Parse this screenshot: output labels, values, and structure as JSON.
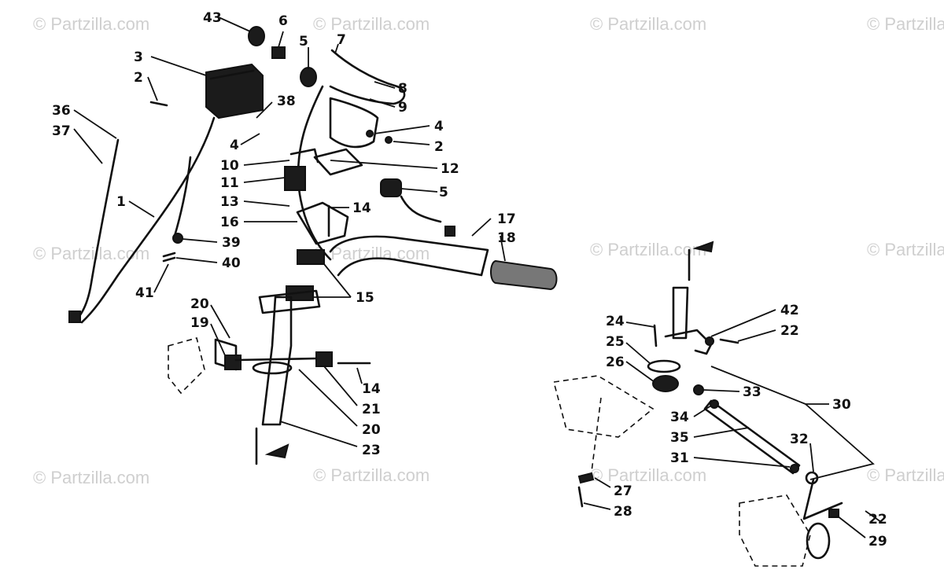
{
  "watermark": "© Partzilla.com",
  "callouts": [
    "43",
    "6",
    "5",
    "7",
    "8",
    "9",
    "3",
    "2",
    "38",
    "4",
    "2",
    "36",
    "37",
    "10",
    "11",
    "12",
    "13",
    "14",
    "5",
    "16",
    "17",
    "18",
    "1",
    "39",
    "40",
    "41",
    "15",
    "20",
    "19",
    "14",
    "21",
    "20",
    "23",
    "24",
    "25",
    "26",
    "42",
    "22",
    "33",
    "30",
    "34",
    "35",
    "32",
    "31",
    "27",
    "28",
    "22",
    "29",
    "4"
  ]
}
